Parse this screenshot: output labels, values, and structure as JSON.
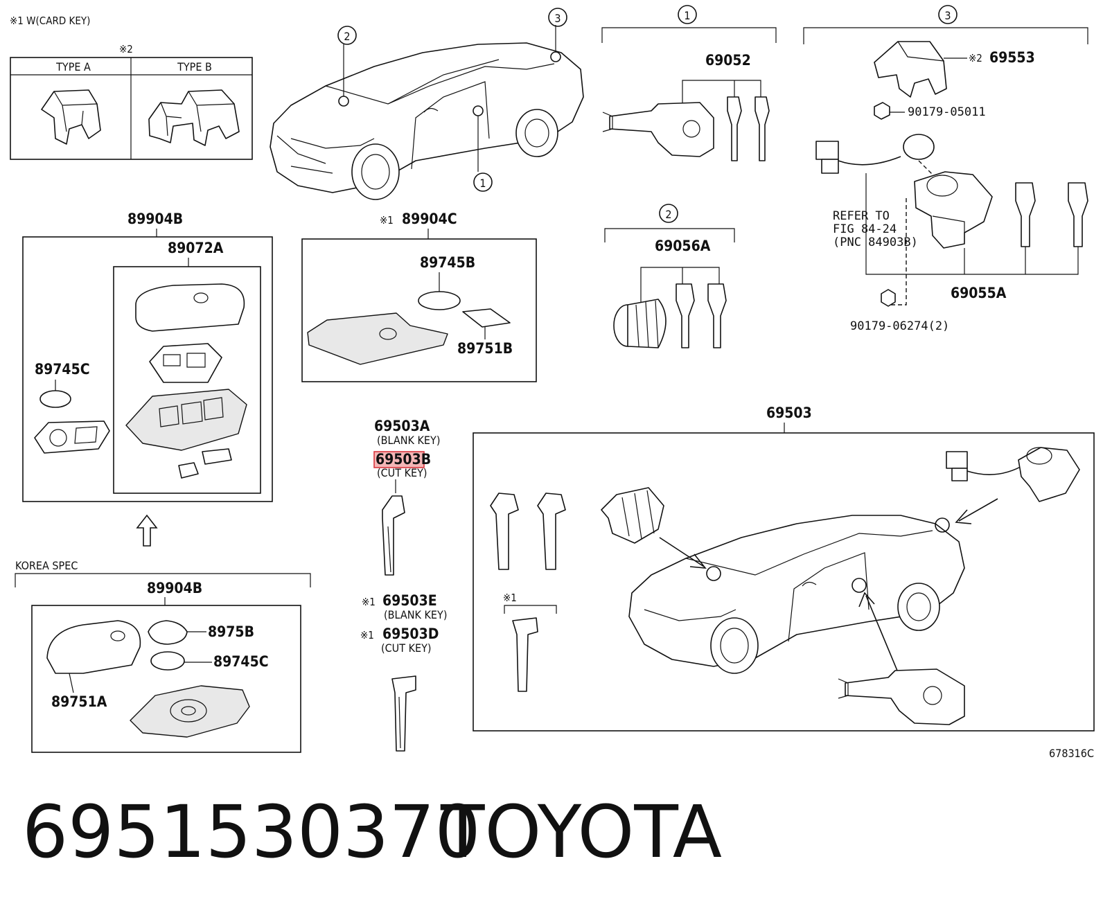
{
  "legend": {
    "card_key_note": "※1 W(CARD KEY)",
    "note_2": "※2",
    "type_a": "TYPE A",
    "type_b": "TYPE B"
  },
  "callouts": {
    "one": "1",
    "two": "2",
    "three": "3"
  },
  "parts": {
    "p89904B": "89904B",
    "p89072A": "89072A",
    "p89745C": "89745C",
    "p89904C_note": "※1",
    "p89904C": "89904C",
    "p89745B": "89745B",
    "p89751B": "89751B",
    "p69052": "69052",
    "p69056A": "69056A",
    "p69553_note": "※2",
    "p69553": "69553",
    "p90179_05011": "90179-05011",
    "refer_1": "REFER TO",
    "refer_2": "FIG 84-24",
    "refer_3": "(PNC 84903B)",
    "p69055A": "69055A",
    "p90179_06274": "90179-06274(2)",
    "p69503A": "69503A",
    "blank_key_1": "(BLANK KEY)",
    "p69503B": "69503B",
    "cut_key_1": "(CUT KEY)",
    "p69503E_note": "※1",
    "p69503E": "69503E",
    "blank_key_2": "(BLANK KEY)",
    "p69503D_note": "※1",
    "p69503D": "69503D",
    "cut_key_2": "(CUT KEY)",
    "p69503": "69503",
    "inner_note": "※1",
    "korea_spec": "KOREA SPEC",
    "p89904B_korea": "89904B",
    "p8975B": "8975B",
    "p89745C_korea": "89745C",
    "p89751A": "89751A",
    "fig_code": "678316C"
  },
  "footer": {
    "part_number": "6951530370",
    "brand": "TOYOTA"
  },
  "colors": {
    "highlight_fill": "#f4b6b6",
    "highlight_stroke": "#d9363e"
  }
}
